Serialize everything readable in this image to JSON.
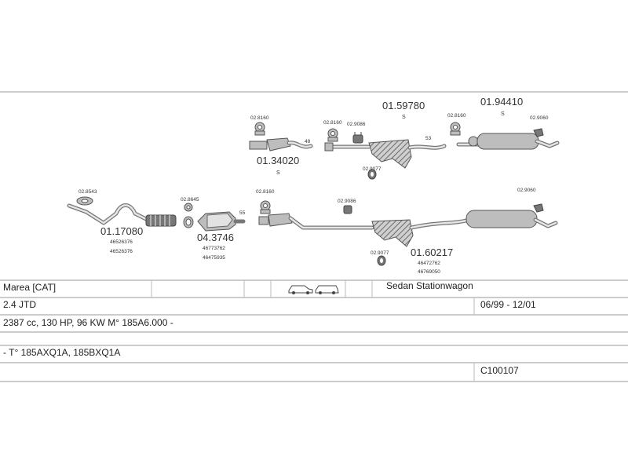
{
  "parts": {
    "upper": {
      "part_c8160_a": "02.8160",
      "pipe_34020": "01.34020",
      "pipe_34020_s": "S",
      "arrow_48": "48",
      "part_c8160_b": "02.8160",
      "part_c9086": "02.9086",
      "muffler_59780": "01.59780",
      "muffler_59780_s": "S",
      "arrow_53": "53",
      "part_c9077": "02.9077",
      "part_c8160_c": "02.8160",
      "muffler_94410": "01.94410",
      "muffler_94410_s": "S",
      "part_c9060": "02.9060"
    },
    "lower": {
      "part_c8543": "02.8543",
      "pipe_17080": "01.17080",
      "pipe_17080_ref1": "46526376",
      "pipe_17080_ref2": "46526376",
      "part_c8645": "02.8645",
      "cat_43746": "04.3746",
      "cat_43746_ref1": "46773762",
      "cat_43746_ref2": "46475935",
      "arrow_55": "55",
      "part_c8160_d": "02.8160",
      "part_c9086_b": "02.9086",
      "part_c9077_b": "02.9077",
      "muffler_60217": "01.60217",
      "muffler_60217_ref1": "46472762",
      "muffler_60217_ref2": "46769050",
      "part_c9060_b": "02.9060"
    }
  },
  "table": {
    "model": "Marea  [CAT]",
    "body_types": "Sedan  Stationwagon",
    "engine": "2.4  JTD",
    "years": "06/99  -  12/01",
    "spec": "2387 cc, 130 HP, 96 KW M° 185A6.000 -",
    "engine_code": "-  T° 185AXQ1A,  185BXQ1A",
    "catalog_code": "C100107"
  }
}
